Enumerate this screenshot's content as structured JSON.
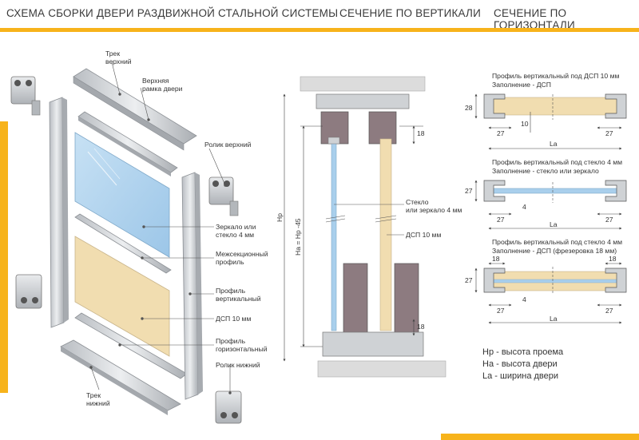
{
  "headers": {
    "assembly": "СХЕМА СБОРКИ ДВЕРИ РАЗДВИЖНОЙ СТАЛЬНОЙ СИСТЕМЫ",
    "vertical": "СЕЧЕНИЕ ПО ВЕРТИКАЛИ",
    "horizontal": "СЕЧЕНИЕ ПО ГОРИЗОНТАЛИ"
  },
  "colors": {
    "accent": "#f7b31b",
    "glass": "#a9cfec",
    "dsp": "#f1ddb0"
  },
  "assembly_labels": {
    "track_top": "Трек\nверхний",
    "top_frame": "Верхняя\nрамка двери",
    "roller_top": "Ролик верхний",
    "mirror": "Зеркало или\nстекло 4 мм",
    "mid_profile": "Межсекционный\nпрофиль",
    "vert_profile": "Профиль\nвертикальный",
    "dsp": "ДСП 10 мм",
    "horiz_profile": "Профиль\nгоризонтальный",
    "roller_bottom": "Ролик нижний",
    "track_bottom": "Трек\nнижний"
  },
  "vertical_section": {
    "hp": "Hp",
    "ha": "Ha = Hp -45",
    "dim_top": "18",
    "dim_bottom": "18",
    "glass": "Стекло\nили зеркало 4 мм",
    "dsp": "ДСП 10 мм"
  },
  "horizontal_section": [
    {
      "title": "Профиль вертикальный под ДСП 10 мм",
      "fill": "Заполнение  - ДСП",
      "height": "28",
      "thickness": "10",
      "left": "27",
      "right": "27",
      "width": "La"
    },
    {
      "title": "Профиль вертикальный под стекло 4 мм",
      "fill": "Заполнение  - стекло или зеркало",
      "height": "27",
      "thickness": "4",
      "left": "27",
      "right": "27",
      "width": "La"
    },
    {
      "title": "Профиль вертикальный под стекло 4 мм",
      "fill": "Заполнение  - ДСП (фрезеровка 18 мм)",
      "height": "27",
      "thickness": "4",
      "mill_left": "18",
      "mill_right": "18",
      "left": "27",
      "right": "27",
      "width": "La"
    }
  ],
  "legend": [
    "Hp - высота проема",
    "Ha - высота двери",
    "La - ширина двери"
  ]
}
